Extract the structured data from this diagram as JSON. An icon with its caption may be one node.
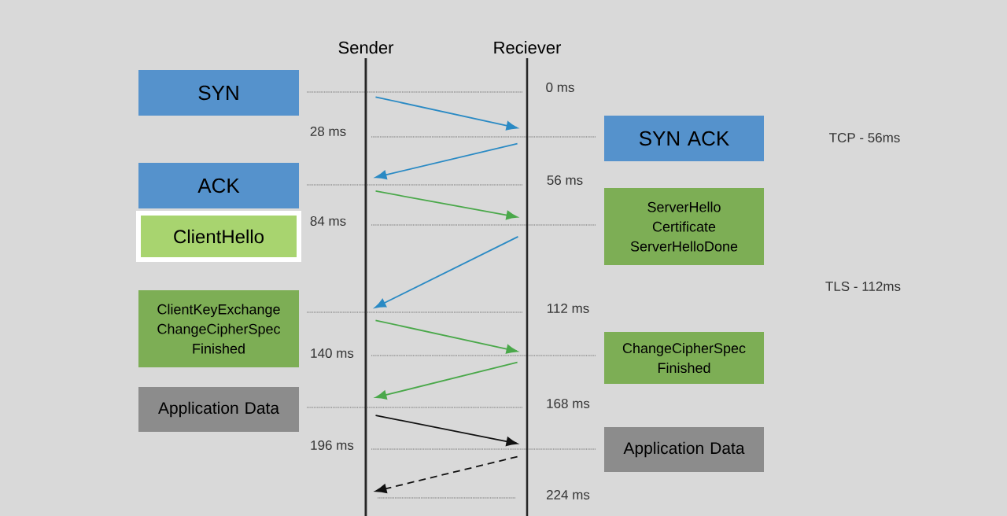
{
  "diagram": {
    "nodes": [
      {
        "text": [
          "Sender"
        ]
      },
      {
        "text": [
          "Reciever"
        ]
      },
      {
        "text": [
          "SYN"
        ]
      },
      {
        "text": [
          "SYN ACK"
        ]
      },
      {
        "text": [
          "ACK"
        ]
      },
      {
        "text": [
          "ClientHello"
        ]
      },
      {
        "text": [
          "ServerHello Certificate ServerHelloDone"
        ]
      },
      {
        "text": [
          "ClientKeyExchange ChangeCipherSpec Finished"
        ]
      },
      {
        "text": [
          "ChangeCipherSpec Finished"
        ]
      },
      {
        "text": [
          "Application Data"
        ]
      },
      {
        "text": [
          "Application Data"
        ]
      }
    ],
    "edges": [
      {
        "from": 0,
        "to": 1,
        "arrow": "to",
        "color": "#2a8ac4"
      },
      {
        "from": 1,
        "to": 0,
        "arrow": "to",
        "color": "#2a8ac4"
      },
      {
        "from": 0,
        "to": 1,
        "arrow": "to",
        "color": "#4aa84a"
      },
      {
        "from": 1,
        "to": 0,
        "arrow": "to",
        "color": "#2a8ac4"
      },
      {
        "from": 0,
        "to": 1,
        "arrow": "to",
        "color": "#4aa84a"
      },
      {
        "from": 1,
        "to": 0,
        "arrow": "to",
        "color": "#4aa84a"
      },
      {
        "from": 0,
        "to": 1,
        "arrow": "to",
        "color": "#111111"
      },
      {
        "from": 1,
        "to": 0,
        "arrow": "to",
        "style": "dashed",
        "color": "#111111"
      }
    ],
    "labels": [
      "0 ms",
      "28 ms",
      "TCP - 56ms",
      "56 ms",
      "84 ms",
      "TLS - 112ms",
      "112 ms",
      "140 ms",
      "168 ms",
      "196 ms",
      "224 ms"
    ]
  }
}
